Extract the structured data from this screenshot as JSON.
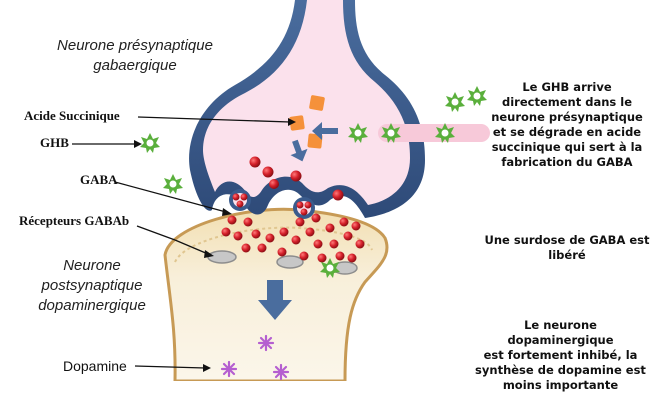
{
  "labels": {
    "presynaptic": [
      "Neurone présynaptique",
      "gabaergique"
    ],
    "postsynaptic": [
      "Neurone",
      "postsynaptique",
      "dopaminergique"
    ],
    "acide": "Acide Succinique",
    "ghb": "GHB",
    "gaba": "GABA",
    "receptors": "Récepteurs GABAb",
    "dopamine": "Dopamine"
  },
  "notes": {
    "ghb_arrive": [
      "Le GHB arrive",
      "directement dans le",
      "neurone présynaptique",
      "et se dégrade en acide",
      "succinique qui sert à la",
      "fabrication du GABA"
    ],
    "surdose": [
      "Une surdose de GABA est",
      "libéré"
    ],
    "inhibition": [
      "Le neurone dopaminergique",
      "est fortement inhibé, la",
      "synthèse de dopamine est",
      "moins importante"
    ]
  },
  "colors": {
    "presynaptic_fill": "#fbe1ec",
    "membrane_blue": "#3a5b8c",
    "postsynaptic_fill": "#f7ecd2",
    "postsynaptic_edge": "#c79a55",
    "gaba_red": "#d5202a",
    "succinic_orange": "#f5913a",
    "ghb_green": "#5aaf3c",
    "dopamine_purple": "#b55fd0",
    "arrow_blue": "#4a6d9e"
  },
  "icons": [
    "ghb-molecule-icon",
    "succinic-acid-square-icon",
    "gaba-vesicle-icon",
    "dopamine-star-icon",
    "gabab-receptor-icon"
  ]
}
